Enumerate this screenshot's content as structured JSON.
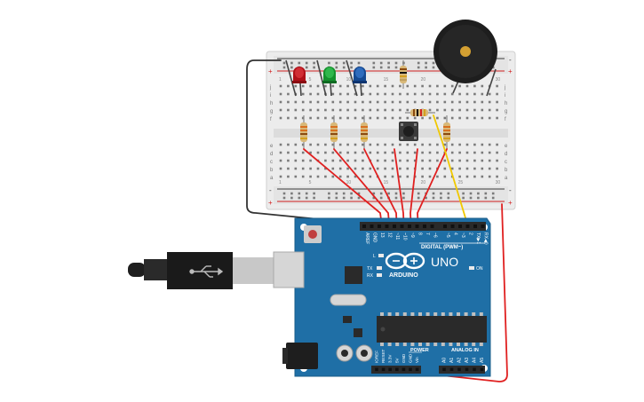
{
  "board": {
    "brand": "ARDUINO",
    "model": "UNO",
    "on_label": "ON",
    "tx_label": "TX",
    "rx_label": "RX",
    "l_label": "L",
    "digital_label": "DIGITAL (PWM~)",
    "power_label": "POWER",
    "analog_label": "ANALOG IN",
    "top_pins": [
      "AREF",
      "GND",
      "13",
      "12",
      "~11",
      "~10",
      "~9",
      "8",
      "7",
      "~6",
      "~5",
      "4",
      "~3",
      "2",
      "TX▶1",
      "RX◀0"
    ],
    "power_pins": [
      "IOREF",
      "RESET",
      "3.3V",
      "5V",
      "GND",
      "GND",
      "Vin"
    ],
    "analog_pins": [
      "A0",
      "A1",
      "A2",
      "A3",
      "A4",
      "A5"
    ]
  },
  "breadboard": {
    "row_letters_top": [
      "j",
      "i",
      "h",
      "g",
      "f"
    ],
    "row_letters_bottom": [
      "e",
      "d",
      "c",
      "b",
      "a"
    ],
    "columns": [
      "1",
      "5",
      "10",
      "15",
      "20",
      "25",
      "30"
    ],
    "rail_plus": "+",
    "rail_minus": "-"
  },
  "components": {
    "leds": [
      {
        "name": "red-led",
        "color": "#c8141e"
      },
      {
        "name": "green-led",
        "color": "#1ea83c"
      },
      {
        "name": "blue-led",
        "color": "#1e5aa8"
      }
    ],
    "wire_colors": {
      "red": "#e02020",
      "black": "#333333",
      "yellow": "#f0c800"
    }
  }
}
